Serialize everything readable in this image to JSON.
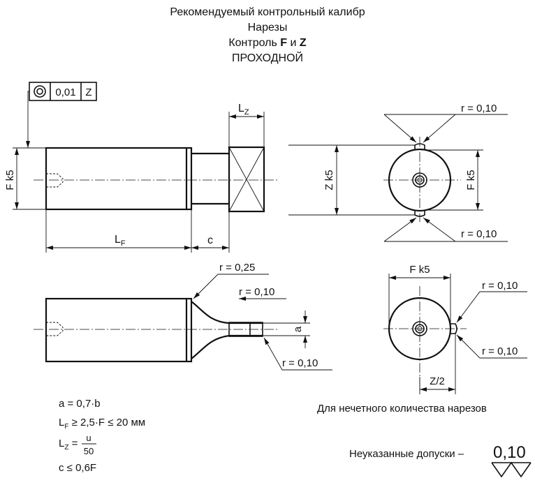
{
  "title": {
    "line1": "Рекомендуемый контрольный калибр",
    "line2": "Нарезы",
    "line3_prefix": "Контроль ",
    "line3_f": "F",
    "line3_mid": " и ",
    "line3_z": "Z",
    "line4": "ПРОХОДНОЙ"
  },
  "tolerance_frame": {
    "value": "0,01",
    "datum": "Z",
    "symbol": "concentricity-icon"
  },
  "dims": {
    "lz_main": "L",
    "lz_sub": "Z",
    "lf_main": "L",
    "lf_sub": "F",
    "c": "c",
    "fk5": "F k5",
    "zk5": "Z k5",
    "a": "a",
    "z2": "Z/2"
  },
  "radius_labels": {
    "r010": "r = 0,10",
    "r025": "r = 0,25"
  },
  "formulas": {
    "f1": "a = 0,7·b",
    "f2_main": "L",
    "f2_sub": "F",
    "f2_rest": " ≥ 2,5·F ≤ 20 мм",
    "f3_main": "L",
    "f3_sub": "Z",
    "f3_eq": " = ",
    "f3_num": "u",
    "f3_den": "50",
    "f4": "c ≤ 0,6F"
  },
  "odd_note": "Для нечетного количества нарезов",
  "unspecified": {
    "label": "Неуказанные допуски –",
    "value": "0,10",
    "roughness_symbol": "double-triangle-roughness-icon"
  }
}
